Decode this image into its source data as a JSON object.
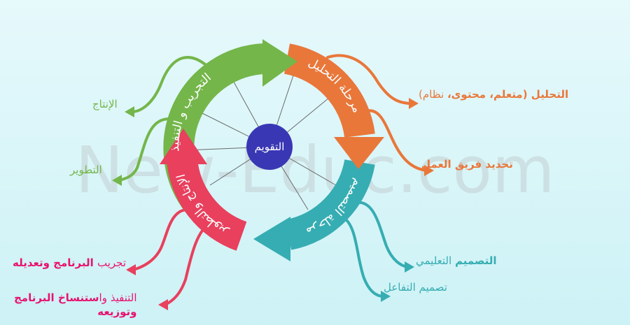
{
  "watermark": "New-Educ.com",
  "center": {
    "label": "التقويم",
    "color": "#3a37b5"
  },
  "segments": [
    {
      "id": "analysis",
      "label": "مرحلة التحليل",
      "color": "#e9773a"
    },
    {
      "id": "design",
      "label": "مرحلة التصميم",
      "color": "#36adb2"
    },
    {
      "id": "production",
      "label": "الإنتاج والتطوير",
      "color": "#e8405d"
    },
    {
      "id": "trial",
      "label": "التجريب و التنفيذ",
      "color": "#74b64a"
    }
  ],
  "branches": {
    "analysis": [
      {
        "bold": "التحليل (متعلم، محتوى،",
        "normal": " نظام)"
      },
      {
        "bold": "تحديد فريق العمل",
        "normal": ""
      }
    ],
    "design": [
      {
        "bold": "التصميم",
        "normal": " التعليمي"
      },
      {
        "bold": "",
        "normal": "تصميم التفاعل"
      }
    ],
    "production": [
      {
        "normal": "تجريب",
        "bold": " البرنامج وتعديله"
      },
      {
        "normal": "التنفيذ وا",
        "bold": "ستنساخ البرنامج",
        "line2": "وتوزيعه"
      }
    ],
    "trial": [
      {
        "normal": "الإنتاج"
      },
      {
        "normal": "التطوير"
      }
    ]
  }
}
